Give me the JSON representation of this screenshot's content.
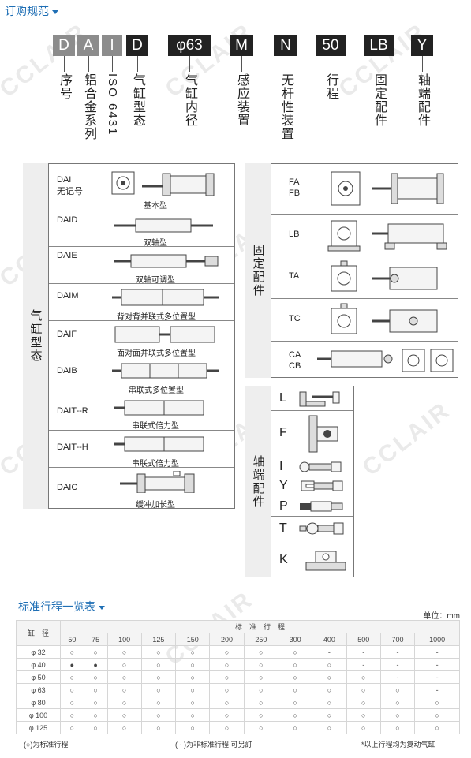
{
  "order_spec": {
    "title": "订购规范",
    "codes": [
      {
        "text": "D",
        "label": "序号"
      },
      {
        "text": "A",
        "label": "铝合金系列"
      },
      {
        "text": "I",
        "label": "ISO 6431"
      },
      {
        "text": "D",
        "label": "气缸型态"
      },
      {
        "text": "φ63",
        "label": "气缸内径"
      },
      {
        "text": "M",
        "label": "感应装置"
      },
      {
        "text": "N",
        "label": "无杆性装置"
      },
      {
        "text": "50",
        "label": "行程"
      },
      {
        "text": "LB",
        "label": "固定配件"
      },
      {
        "text": "Y",
        "label": "轴端配件"
      }
    ]
  },
  "cylinder_types": {
    "band_label": "气缸型态",
    "items": [
      {
        "code": "DAI",
        "sub": "无记号",
        "caption": "基本型"
      },
      {
        "code": "DAID",
        "sub": "",
        "caption": "双轴型"
      },
      {
        "code": "DAIE",
        "sub": "",
        "caption": "双轴可调型"
      },
      {
        "code": "DAIM",
        "sub": "",
        "caption": "背对背并联式多位置型"
      },
      {
        "code": "DAIF",
        "sub": "",
        "caption": "面对面并联式多位置型"
      },
      {
        "code": "DAIB",
        "sub": "",
        "caption": "串联式多位置型"
      },
      {
        "code": "DAIT--R",
        "sub": "",
        "caption": "串联式倍力型"
      },
      {
        "code": "DAIT--H",
        "sub": "",
        "caption": "串联式倍力型"
      },
      {
        "code": "DAIC",
        "sub": "",
        "caption": "缓冲加长型"
      }
    ]
  },
  "mounting": {
    "band_label": "固定配件",
    "items": [
      {
        "code": "FA",
        "code2": "FB"
      },
      {
        "code": "LB",
        "code2": ""
      },
      {
        "code": "TA",
        "code2": ""
      },
      {
        "code": "TC",
        "code2": ""
      },
      {
        "code": "CA",
        "code2": "CB"
      }
    ]
  },
  "rod_end": {
    "band_label": "轴端配件",
    "items": [
      "L",
      "F",
      "I",
      "Y",
      "P",
      "T",
      "K"
    ]
  },
  "stroke_table": {
    "title": "标准行程一览表",
    "unit": "单位：mm",
    "bore_header": "缸　径",
    "stroke_header": "标　准　行　程",
    "strokes": [
      "50",
      "75",
      "100",
      "125",
      "150",
      "200",
      "250",
      "300",
      "400",
      "500",
      "700",
      "1000"
    ],
    "rows": [
      {
        "bore": "φ 32",
        "cells": [
          "○",
          "○",
          "○",
          "○",
          "○",
          "○",
          "○",
          "○",
          "-",
          "-",
          "-",
          "-"
        ]
      },
      {
        "bore": "φ 40",
        "cells": [
          "●",
          "●",
          "○",
          "○",
          "○",
          "○",
          "○",
          "○",
          "○",
          "-",
          "-",
          "-"
        ]
      },
      {
        "bore": "φ 50",
        "cells": [
          "○",
          "○",
          "○",
          "○",
          "○",
          "○",
          "○",
          "○",
          "○",
          "○",
          "-",
          "-"
        ]
      },
      {
        "bore": "φ 63",
        "cells": [
          "○",
          "○",
          "○",
          "○",
          "○",
          "○",
          "○",
          "○",
          "○",
          "○",
          "○",
          "-"
        ]
      },
      {
        "bore": "φ 80",
        "cells": [
          "○",
          "○",
          "○",
          "○",
          "○",
          "○",
          "○",
          "○",
          "○",
          "○",
          "○",
          "○"
        ]
      },
      {
        "bore": "φ 100",
        "cells": [
          "○",
          "○",
          "○",
          "○",
          "○",
          "○",
          "○",
          "○",
          "○",
          "○",
          "○",
          "○"
        ]
      },
      {
        "bore": "φ 125",
        "cells": [
          "○",
          "○",
          "○",
          "○",
          "○",
          "○",
          "○",
          "○",
          "○",
          "○",
          "○",
          "○"
        ]
      }
    ],
    "notes": [
      "(○)为标准行程",
      "( - )为非标准行程  可另訂",
      "*以上行程均为复动气缸"
    ]
  },
  "watermark": "CCLAIR"
}
